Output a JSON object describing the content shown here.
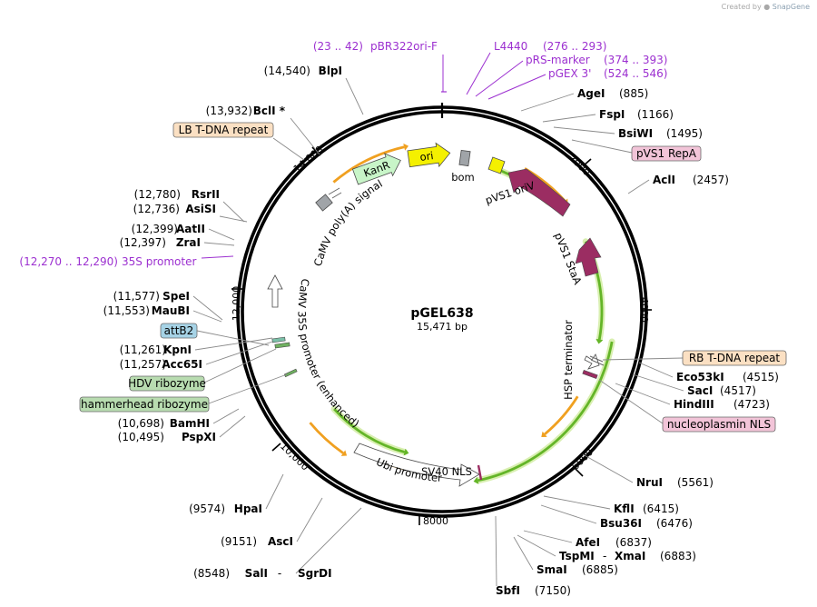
{
  "credit": {
    "prefix": "Created by",
    "brand": "SnapGene"
  },
  "plasmid": {
    "name": "pGEL638",
    "length": "15,471 bp"
  },
  "ticks": [
    "2000",
    "4000",
    "6000",
    "8000",
    "10,000",
    "12,000",
    "14,000"
  ],
  "primers": [
    {
      "range": "(23 .. 42)",
      "name": "pBR322ori-F"
    },
    {
      "range": "(276 .. 293)",
      "name": "L4440"
    },
    {
      "range": "(374 .. 393)",
      "name": "pRS-marker"
    },
    {
      "range": "(524 .. 546)",
      "name": "pGEX 3'"
    },
    {
      "range": "(12,270 .. 12,290)",
      "name": "35S promoter"
    }
  ],
  "sites_right": [
    {
      "name": "AgeI",
      "pos": "(885)"
    },
    {
      "name": "FspI",
      "pos": "(1166)"
    },
    {
      "name": "BsiWI",
      "pos": "(1495)"
    },
    {
      "name": "AclI",
      "pos": "(2457)"
    },
    {
      "name": "Eco53kI",
      "pos": "(4515)"
    },
    {
      "name": "SacI",
      "pos": "(4517)"
    },
    {
      "name": "HindIII",
      "pos": "(4723)"
    },
    {
      "name": "NruI",
      "pos": "(5561)"
    },
    {
      "name": "KflI",
      "pos": "(6415)"
    },
    {
      "name": "Bsu36I",
      "pos": "(6476)"
    },
    {
      "name": "AfeI",
      "pos": "(6837)"
    },
    {
      "name": "TspMI",
      "sep": "-",
      "name2": "XmaI",
      "pos": "(6883)"
    },
    {
      "name": "SmaI",
      "pos": "(6885)"
    },
    {
      "name": "SbfI",
      "pos": "(7150)"
    }
  ],
  "sites_left": [
    {
      "name": "BlpI",
      "pos": "(14,540)"
    },
    {
      "name": "BclI *",
      "pos": "(13,932)"
    },
    {
      "name": "RsrII",
      "pos": "(12,780)"
    },
    {
      "name": "AsiSI",
      "pos": "(12,736)"
    },
    {
      "name": "AatII",
      "pos": "(12,399)"
    },
    {
      "name": "ZraI",
      "pos": "(12,397)"
    },
    {
      "name": "SpeI",
      "pos": "(11,577)"
    },
    {
      "name": "MauBI",
      "pos": "(11,553)"
    },
    {
      "name": "KpnI",
      "pos": "(11,261)"
    },
    {
      "name": "Acc65I",
      "pos": "(11,257)"
    },
    {
      "name": "BamHI",
      "pos": "(10,698)"
    },
    {
      "name": "PspXI",
      "pos": "(10,495)"
    },
    {
      "name": "HpaI",
      "pos": "(9574)"
    },
    {
      "name": "AscI",
      "pos": "(9151)"
    },
    {
      "name": "SalI",
      "sep": "-",
      "name2": "SgrDI",
      "pos": "(8548)"
    }
  ],
  "boxed": [
    {
      "text": "LB T-DNA repeat",
      "color": "#fbe0c3"
    },
    {
      "text": "pVS1 RepA",
      "color": "#f2c4d8"
    },
    {
      "text": "attB2",
      "color": "#a6d3e6"
    },
    {
      "text": "RB T-DNA repeat",
      "color": "#fbe0c3"
    },
    {
      "text": "HDV ribozyme",
      "color": "#b8dcb0"
    },
    {
      "text": "hammerhead ribozyme",
      "color": "#b8dcb0"
    },
    {
      "text": "nucleoplasmin NLS",
      "color": "#f2c4d8"
    }
  ],
  "inner": {
    "kanr": "KanR",
    "ori": "ori",
    "bom": "bom",
    "pvs1_oriv": "pVS1 oriV",
    "pvs1_staa": "pVS1 StaA",
    "hsp": "HSP terminator",
    "camv_polya": "CaMV poly(A) signal",
    "camv_35s": "CaMV 35S promoter (enhanced)",
    "ubi": "Ubi promoter",
    "sv40": "SV40 NLS"
  },
  "colors": {
    "orange": "#f0a020",
    "green": "#64b528",
    "halo": "#d8efb0",
    "purple": "#9c30d0",
    "maroon": "#9b2d62",
    "kanr_fill": "#c8f5c8",
    "ori_fill": "#f4f000",
    "bom_fill": "#a0a4a8"
  }
}
